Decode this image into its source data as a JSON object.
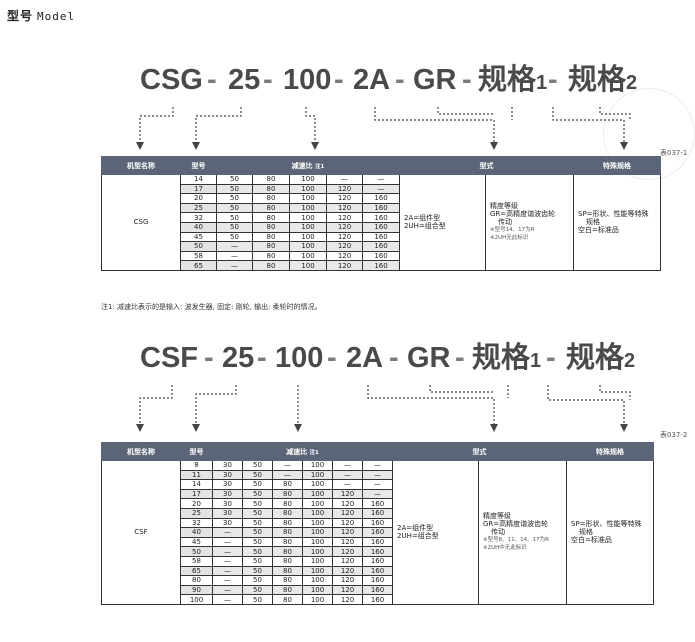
{
  "header": {
    "title": "型号",
    "subtitle": "Model"
  },
  "csg": {
    "code": {
      "p1": "CSG",
      "p2": "25",
      "p3": "100",
      "p4": "2A",
      "p5": "GR",
      "p6a": "规格",
      "p6b": "1",
      "p7a": "规格",
      "p7b": "2",
      "dash": "-"
    },
    "ref": "表037-1",
    "headers": {
      "col1": "机型名称",
      "col2": "型号",
      "col3": "减速比",
      "col3_note": "注1",
      "col4": "型式",
      "col5": "特殊规格"
    },
    "model_name": "CSG",
    "rows": [
      [
        "14",
        "50",
        "80",
        "100",
        "—",
        "—"
      ],
      [
        "17",
        "50",
        "80",
        "100",
        "120",
        "—"
      ],
      [
        "20",
        "50",
        "80",
        "100",
        "120",
        "160"
      ],
      [
        "25",
        "50",
        "80",
        "100",
        "120",
        "160"
      ],
      [
        "32",
        "50",
        "80",
        "100",
        "120",
        "160"
      ],
      [
        "40",
        "50",
        "80",
        "100",
        "120",
        "160"
      ],
      [
        "45",
        "50",
        "80",
        "100",
        "120",
        "160"
      ],
      [
        "50",
        "—",
        "80",
        "100",
        "120",
        "160"
      ],
      [
        "58",
        "—",
        "80",
        "100",
        "120",
        "160"
      ],
      [
        "65",
        "—",
        "80",
        "100",
        "120",
        "160"
      ]
    ],
    "type_lines": [
      "2A=组件型",
      "2UH=组合型"
    ],
    "precision_title": "精度等级",
    "precision_lines": [
      "GR=高精度谐波齿轮",
      "传动"
    ],
    "precision_notes": [
      "※型号14、17为R",
      "※2UH无此标识"
    ],
    "special_lines": [
      "SP=形状、性能等特殊",
      "规格",
      "空白=标准品"
    ],
    "footnote": "注1: 减速比表示的是输入: 波发生器, 固定: 刚轮, 输出: 柔轮时的情况。"
  },
  "csf": {
    "code": {
      "p1": "CSF",
      "p2": "25",
      "p3": "100",
      "p4": "2A",
      "p5": "GR",
      "p6a": "规格",
      "p6b": "1",
      "p7a": "规格",
      "p7b": "2",
      "dash": "-"
    },
    "ref": "表037-2",
    "headers": {
      "col1": "机型名称",
      "col2": "型号",
      "col3": "减速比",
      "col3_note": "注1",
      "col4": "型式",
      "col5": "特殊规格"
    },
    "model_name": "CSF",
    "rows": [
      [
        "8",
        "30",
        "50",
        "—",
        "100",
        "—",
        "—"
      ],
      [
        "11",
        "30",
        "50",
        "—",
        "100",
        "—",
        "—"
      ],
      [
        "14",
        "30",
        "50",
        "80",
        "100",
        "—",
        "—"
      ],
      [
        "17",
        "30",
        "50",
        "80",
        "100",
        "120",
        "—"
      ],
      [
        "20",
        "30",
        "50",
        "80",
        "100",
        "120",
        "160"
      ],
      [
        "25",
        "30",
        "50",
        "80",
        "100",
        "120",
        "160"
      ],
      [
        "32",
        "30",
        "50",
        "80",
        "100",
        "120",
        "160"
      ],
      [
        "40",
        "—",
        "50",
        "80",
        "100",
        "120",
        "160"
      ],
      [
        "45",
        "—",
        "50",
        "80",
        "100",
        "120",
        "160"
      ],
      [
        "50",
        "—",
        "50",
        "80",
        "100",
        "120",
        "160"
      ],
      [
        "58",
        "—",
        "50",
        "80",
        "100",
        "120",
        "160"
      ],
      [
        "65",
        "—",
        "50",
        "80",
        "100",
        "120",
        "160"
      ],
      [
        "80",
        "—",
        "50",
        "80",
        "100",
        "120",
        "160"
      ],
      [
        "90",
        "—",
        "50",
        "80",
        "100",
        "120",
        "160"
      ],
      [
        "100",
        "—",
        "50",
        "80",
        "100",
        "120",
        "160"
      ]
    ],
    "type_lines": [
      "2A=组件型",
      "2UH=组合型"
    ],
    "precision_title": "精度等级",
    "precision_lines": [
      "GR=高精度谐波齿轮",
      "传动"
    ],
    "precision_notes": [
      "※型号8、11、14、17为R",
      "※2UH中无此标识"
    ],
    "special_lines": [
      "SP=形状、性能等特殊",
      "规格",
      "空白=标准品"
    ]
  }
}
